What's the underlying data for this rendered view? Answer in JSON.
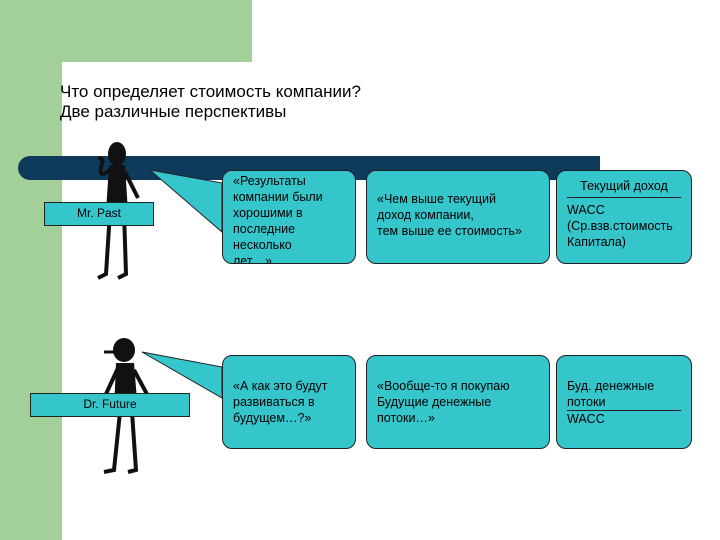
{
  "title": {
    "line1": "Что определяет  стоимость компании?",
    "line2": "Две различные перспективы"
  },
  "labels": {
    "past": "Mr. Past",
    "future": "Dr. Future"
  },
  "row1": {
    "box1": [
      "«Результаты",
      "компании были",
      "хорошими в",
      "последние",
      "несколько",
      "лет…»"
    ],
    "box2": [
      "«Чем выше текущий",
      "доход компании,",
      "тем выше ее стоимость»"
    ],
    "box3": {
      "top": "Текущий доход",
      "bottom": [
        "WACC",
        "(Ср.взв.стоимость",
        "Капитала)"
      ]
    }
  },
  "row2": {
    "box1": [
      "«А как это будут",
      "развиваться в",
      "будущем…?»"
    ],
    "box2": [
      "«Вообще-то я покупаю",
      "Будущие денежные",
      "потоки…»"
    ],
    "box3": {
      "top": [
        "Буд. денежные",
        "потоки"
      ],
      "bottom": "WACC"
    }
  },
  "colors": {
    "green": "#a3cf98",
    "navy_bar": "#0e3b5c",
    "teal_box": "#35c6cc"
  }
}
